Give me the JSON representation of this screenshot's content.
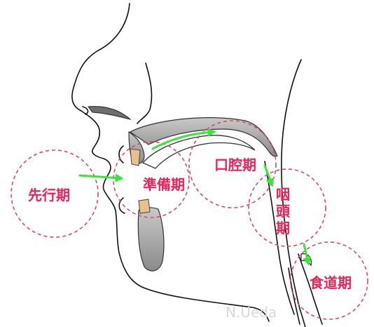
{
  "stages": [
    {
      "id": "anticipatory",
      "label": "先行期",
      "orientation": "horizontal"
    },
    {
      "id": "preparatory",
      "label": "準備期",
      "orientation": "horizontal"
    },
    {
      "id": "oral",
      "label": "口腔期",
      "orientation": "horizontal"
    },
    {
      "id": "pharyngeal",
      "label": "咽頭期",
      "orientation": "vertical",
      "chars": [
        "咽",
        "頭",
        "期"
      ]
    },
    {
      "id": "esophageal",
      "label": "食道期",
      "orientation": "horizontal"
    }
  ],
  "watermark": "N.Ueda",
  "colors": {
    "label": "#e8235a",
    "zone_outline": "#cf4d66",
    "arrow": "#39e639",
    "tissue": "#9e9e9e",
    "teeth": "#e8c08a"
  }
}
